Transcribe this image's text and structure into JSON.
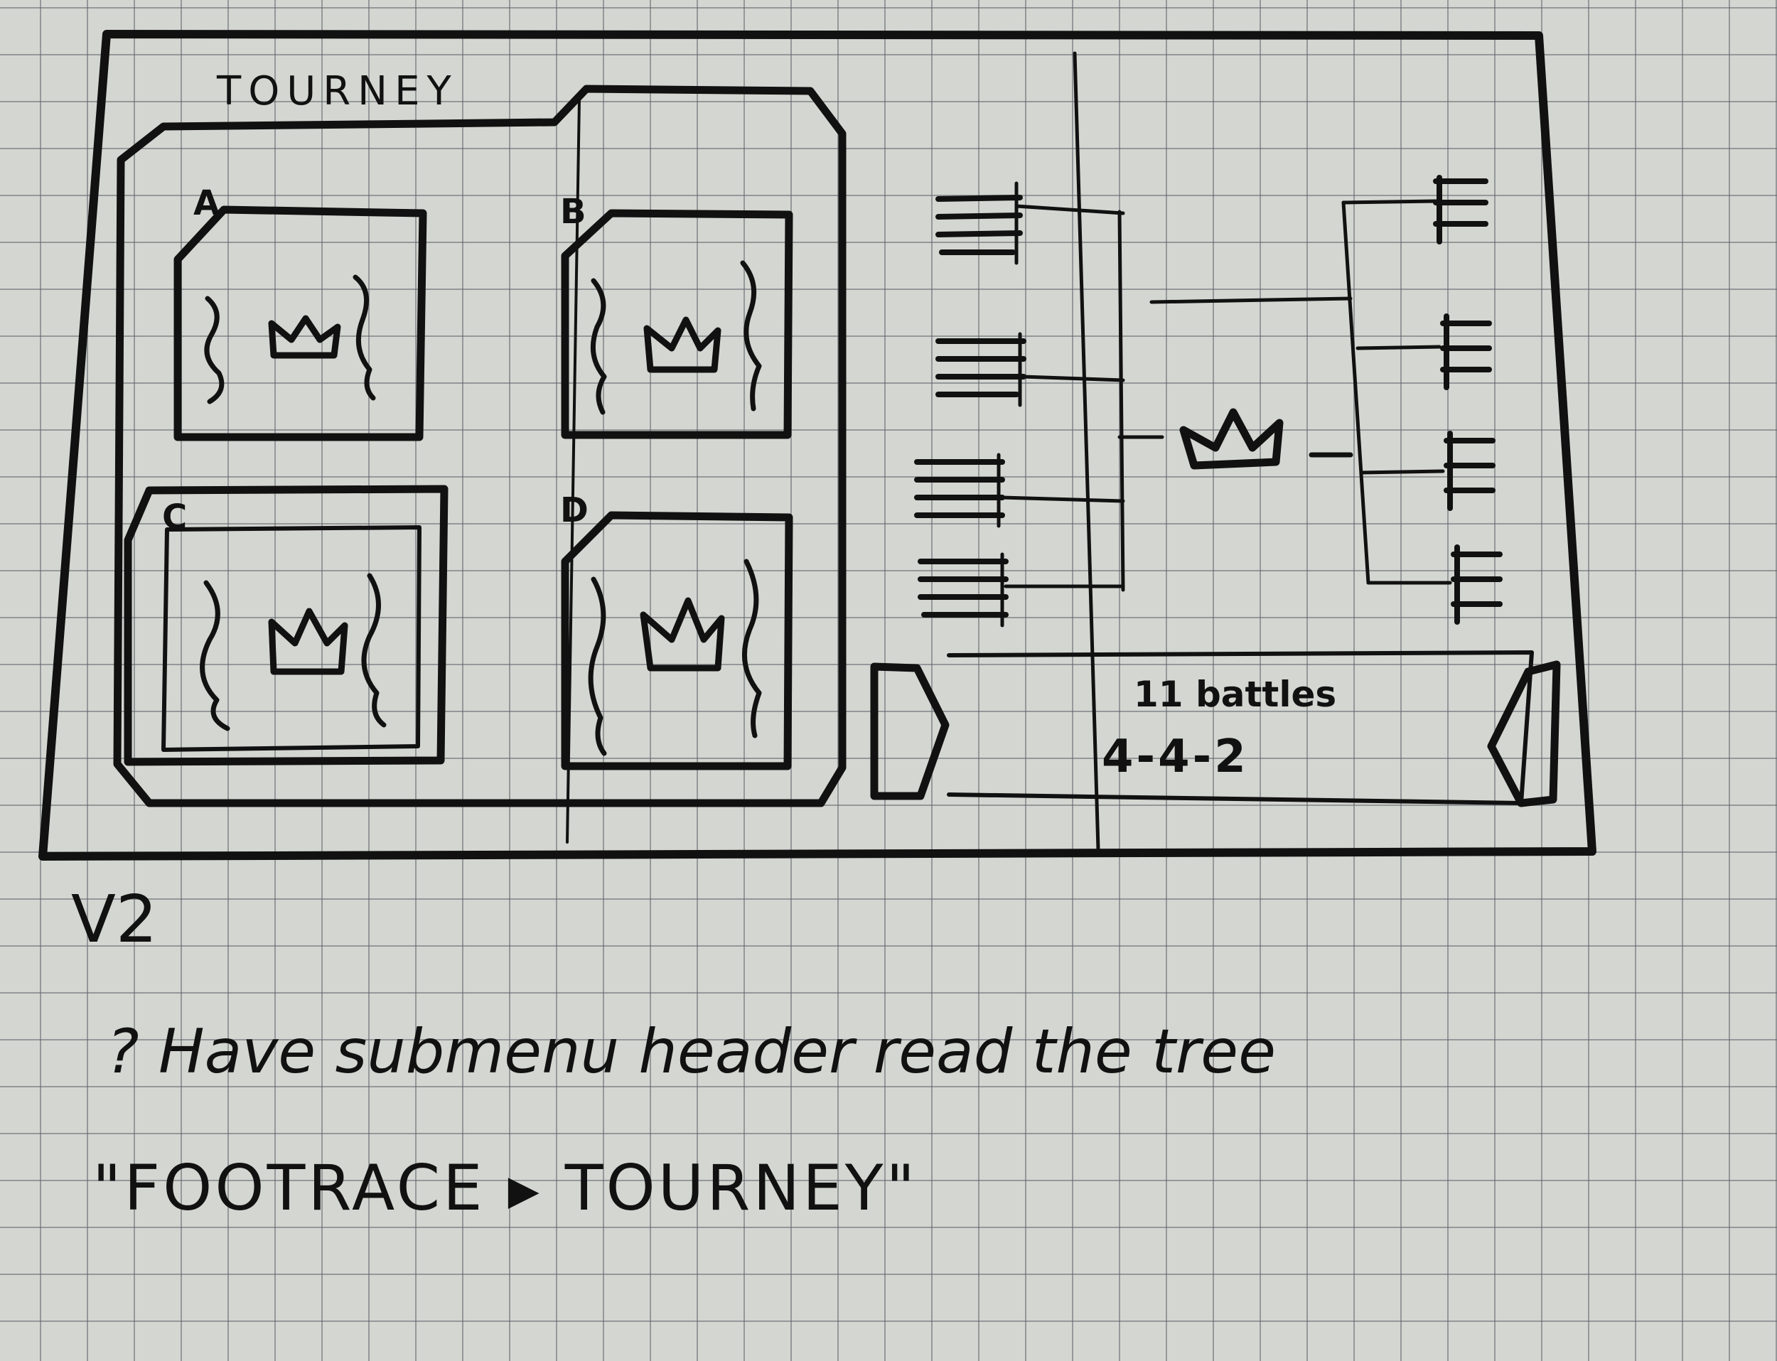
{
  "menu": {
    "title": "TOURNEY",
    "slot_labels": [
      "A",
      "B",
      "C",
      "D"
    ]
  },
  "bracket": {
    "battles_text": "11 battles",
    "split_text": "4-4-2"
  },
  "version_label": "V2",
  "note": {
    "line1": "? Have submenu header read the tree",
    "line2": "\"FOOTRACE ▸ TOURNEY\""
  },
  "icons": [
    "crown-icon",
    "fighter-icon",
    "arrow-left-icon",
    "arrow-right-icon"
  ]
}
